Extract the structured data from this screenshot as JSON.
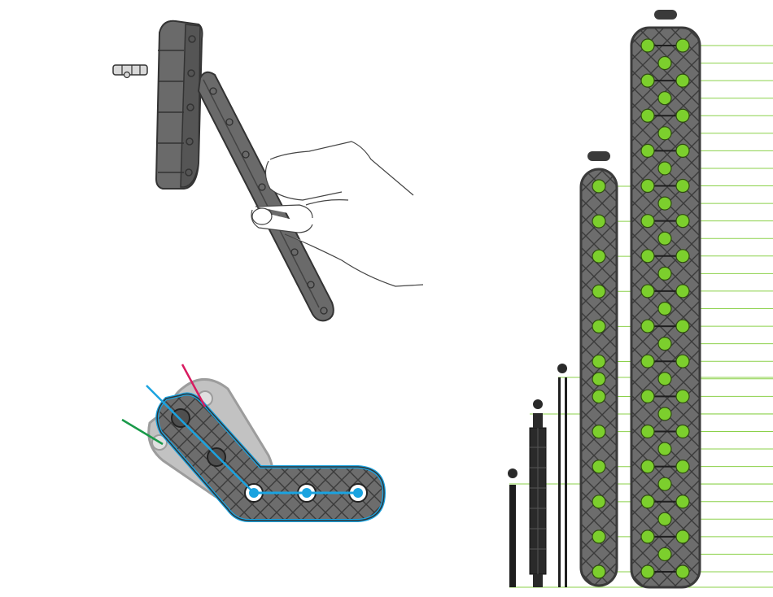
{
  "figure": {
    "background": "#ffffff",
    "colors": {
      "beam_fill": "#6d6d6d",
      "beam_stroke": "#3b3b3b",
      "beam_shade": "#4d4d4d",
      "ghost_fill": "#bfbfbf",
      "ghost_stroke": "#9c9c9c",
      "hole_green": "#7ccf2d",
      "guide_green": "#8bd14a",
      "pin_black": "#1e1e1e",
      "blue": "#1aa3e0",
      "red": "#d81b60",
      "green": "#1a9a4a",
      "skin_outline": "#444444"
    },
    "assembly_illustration": {
      "description_icons": [
        "pin-icon",
        "hand-icon",
        "beam-icon",
        "plate-icon"
      ]
    },
    "rotation_illustration": {
      "arms": [
        "red-line",
        "blue-line",
        "green-line"
      ]
    },
    "size_reference": {
      "tall_plate": {
        "label": "",
        "hole_rows": 31
      },
      "single_beam": {
        "label": "",
        "holes": 12
      },
      "rods": [
        {
          "label": ""
        },
        {
          "label": ""
        },
        {
          "label": ""
        }
      ]
    }
  }
}
